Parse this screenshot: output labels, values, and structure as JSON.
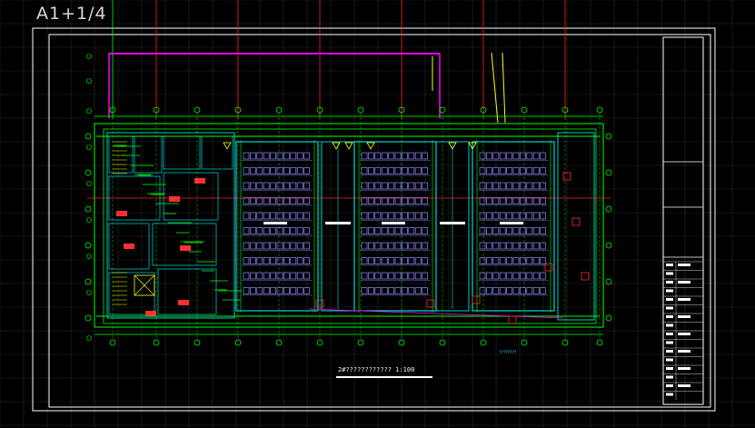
{
  "viewport": {
    "background": "#000000",
    "grid_color": "#2a2a2a"
  },
  "sheet": {
    "label": "A1+1/4"
  },
  "drawing": {
    "title": "2#???????????? 1:100",
    "note": "????????",
    "zones": [
      "left-support-block",
      "parking-bay-a",
      "parking-bay-b",
      "parking-bay-c"
    ]
  },
  "title_block": {
    "rows": 16
  },
  "colors": {
    "frame": "#ffffff",
    "structure": "#00ff00",
    "partition": "#00ffff",
    "bay": "#8a8aff",
    "pipe_red": "#ff2020",
    "pipe_magenta": "#ff00ff",
    "pipe_yellow": "#ffff00",
    "equipment": "#ff3030"
  },
  "icons": {
    "grid_axis": "circle-marker-icon",
    "vent": "fan-icon"
  }
}
